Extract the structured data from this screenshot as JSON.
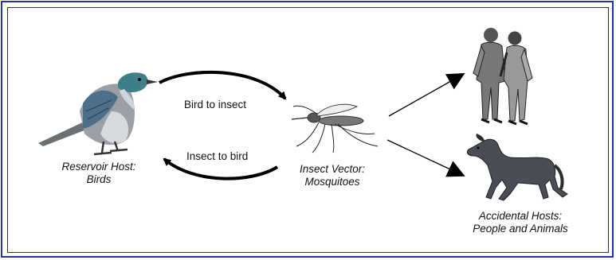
{
  "labels": {
    "reservoir_line1": "Reservoir Host:",
    "reservoir_line2": "Birds",
    "vector_line1": "Insect Vector:",
    "vector_line2": "Mosquitoes",
    "accidental_line1": "Accidental Hosts:",
    "accidental_line2": "People and Animals"
  },
  "arrows": {
    "bird_to_insect": "Bird to insect",
    "insect_to_bird": "Insect to bird"
  },
  "colors": {
    "border": "#2233aa",
    "bird_head": "#3f7f8a",
    "bird_body": "#9aa0a6",
    "horse": "#4a4d55"
  }
}
